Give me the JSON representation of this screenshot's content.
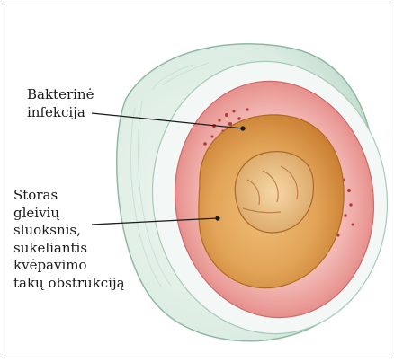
{
  "figure": {
    "labels": {
      "infection": {
        "lines": [
          "Bakterinė",
          "infekcija"
        ]
      },
      "mucus": {
        "lines": [
          "Storas",
          "gleivių",
          "sluoksnis,",
          "sukeliantis",
          "kvėpavimo",
          "takų obstrukciją"
        ]
      }
    },
    "colors": {
      "frame": "#1a1a1a",
      "outer_wall": "#dfeee6",
      "outer_wall_shade": "#b9d8c8",
      "cut_face": "#f2f6f4",
      "inflamed_lining": "#e88d8d",
      "inflamed_lining_light": "#f3b7b3",
      "bacteria_dots": "#b03a3a",
      "mucus": "#d68d3a",
      "mucus_light": "#eab46b",
      "lumen": "#c98a4a",
      "leader_line": "#1a1a1a"
    }
  }
}
